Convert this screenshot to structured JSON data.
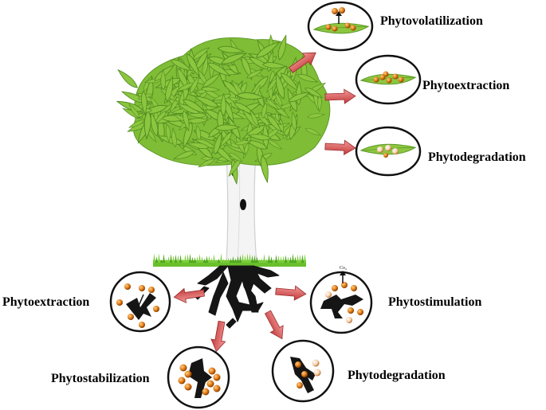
{
  "labels": {
    "phytovolatilization": "Phytovolatilization",
    "phytoextraction_leaf": "Phytoextraction",
    "phytodegradation_leaf": "Phytodegradation",
    "phytoextraction_root": "Phytoextraction",
    "phytostimulation": "Phytostimulation",
    "phytostabilization": "Phytostabilization",
    "phytodegradation_root": "Phytodegradation",
    "co2": "Co₂"
  },
  "colors": {
    "leaf": "#8cc63f",
    "leaf_dark": "#5e9a2a",
    "grass": "#66bb2a",
    "trunk": "#f2f2f2",
    "root": "#1a1a1a",
    "arrow": "#e05a5a",
    "particle": "#e07b14"
  }
}
